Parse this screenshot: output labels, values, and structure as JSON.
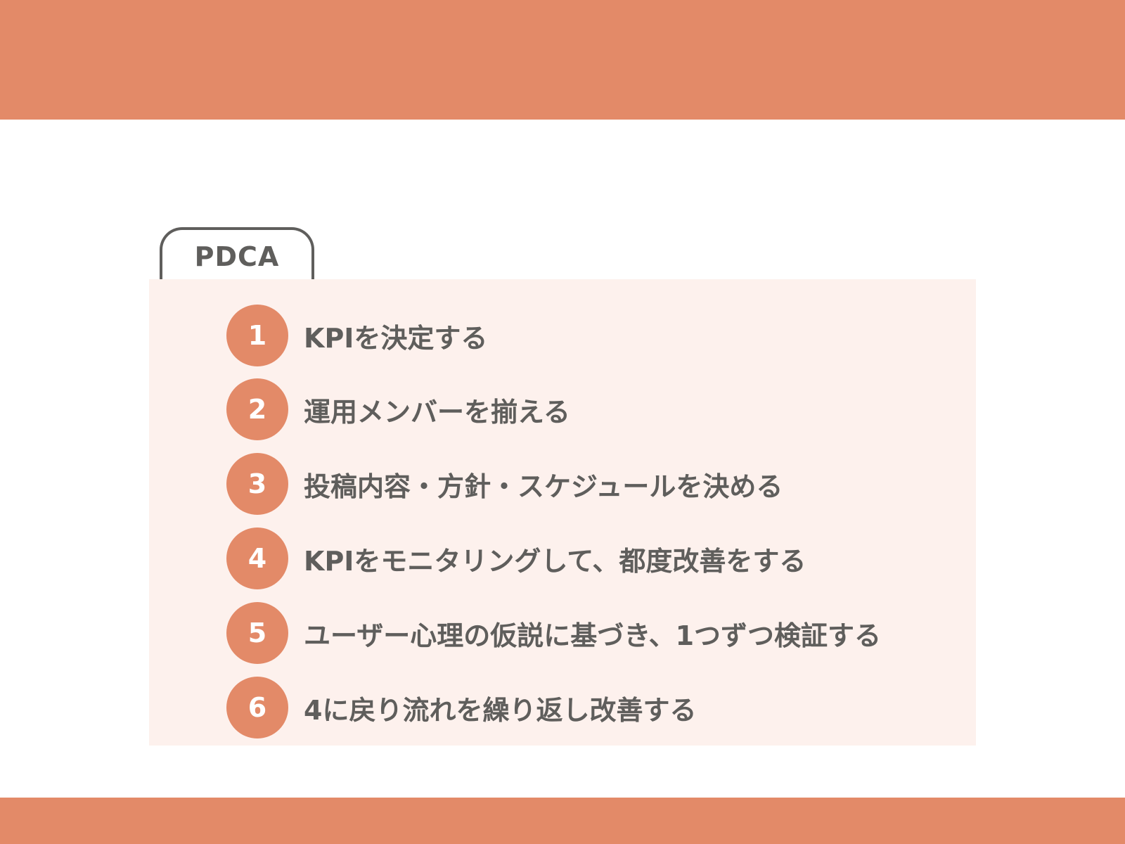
{
  "colors": {
    "accent": "#e38a68",
    "panel_background": "#fdf1ed",
    "text": "#5f5e5c",
    "number_text": "#ffffff"
  },
  "tab": {
    "label": "PDCA"
  },
  "steps": [
    {
      "number": "1",
      "text": "KPIを決定する"
    },
    {
      "number": "2",
      "text": "運用メンバーを揃える"
    },
    {
      "number": "3",
      "text": "投稿内容・方針・スケジュールを決める"
    },
    {
      "number": "4",
      "text": "KPIをモニタリングして、都度改善をする"
    },
    {
      "number": "5",
      "text": "ユーザー心理の仮説に基づき、1つずつ検証する"
    },
    {
      "number": "6",
      "text": "4に戻り流れを繰り返し改善する"
    }
  ]
}
